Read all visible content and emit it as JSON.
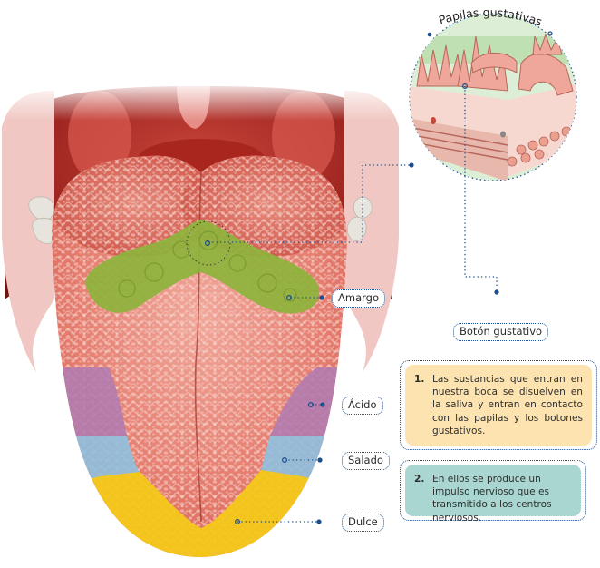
{
  "diagram": {
    "subject": "tongue-taste-zones",
    "zones": [
      {
        "id": "amargo",
        "label": "Amargo",
        "color": "#8cad3c"
      },
      {
        "id": "acido",
        "label": "Ácido",
        "color": "#b07aa8"
      },
      {
        "id": "salado",
        "label": "Salado",
        "color": "#8fb6d6"
      },
      {
        "id": "dulce",
        "label": "Dulce",
        "color": "#f2c51a"
      }
    ],
    "inset": {
      "title": "Papilas gustativas",
      "callout": "Botón gustativo"
    },
    "notes": [
      {
        "number": "1.",
        "text": "Las sustancias que entran en nuestra boca se disuelven en la saliva y entran en contacto con las papilas y los botones gustativos.",
        "bg": "#fde3b0"
      },
      {
        "number": "2.",
        "text": "En ellos se produce un impulso nervioso que es transmitido a los centros nerviosos.",
        "bg": "#a9d6d0"
      }
    ],
    "colors": {
      "leader_line": "#1d4f8c",
      "tongue": "#e2796e",
      "mouth_dark": "#b8302a",
      "lips": "#f1c6c3",
      "inset_bg": "#dcefd6"
    }
  }
}
